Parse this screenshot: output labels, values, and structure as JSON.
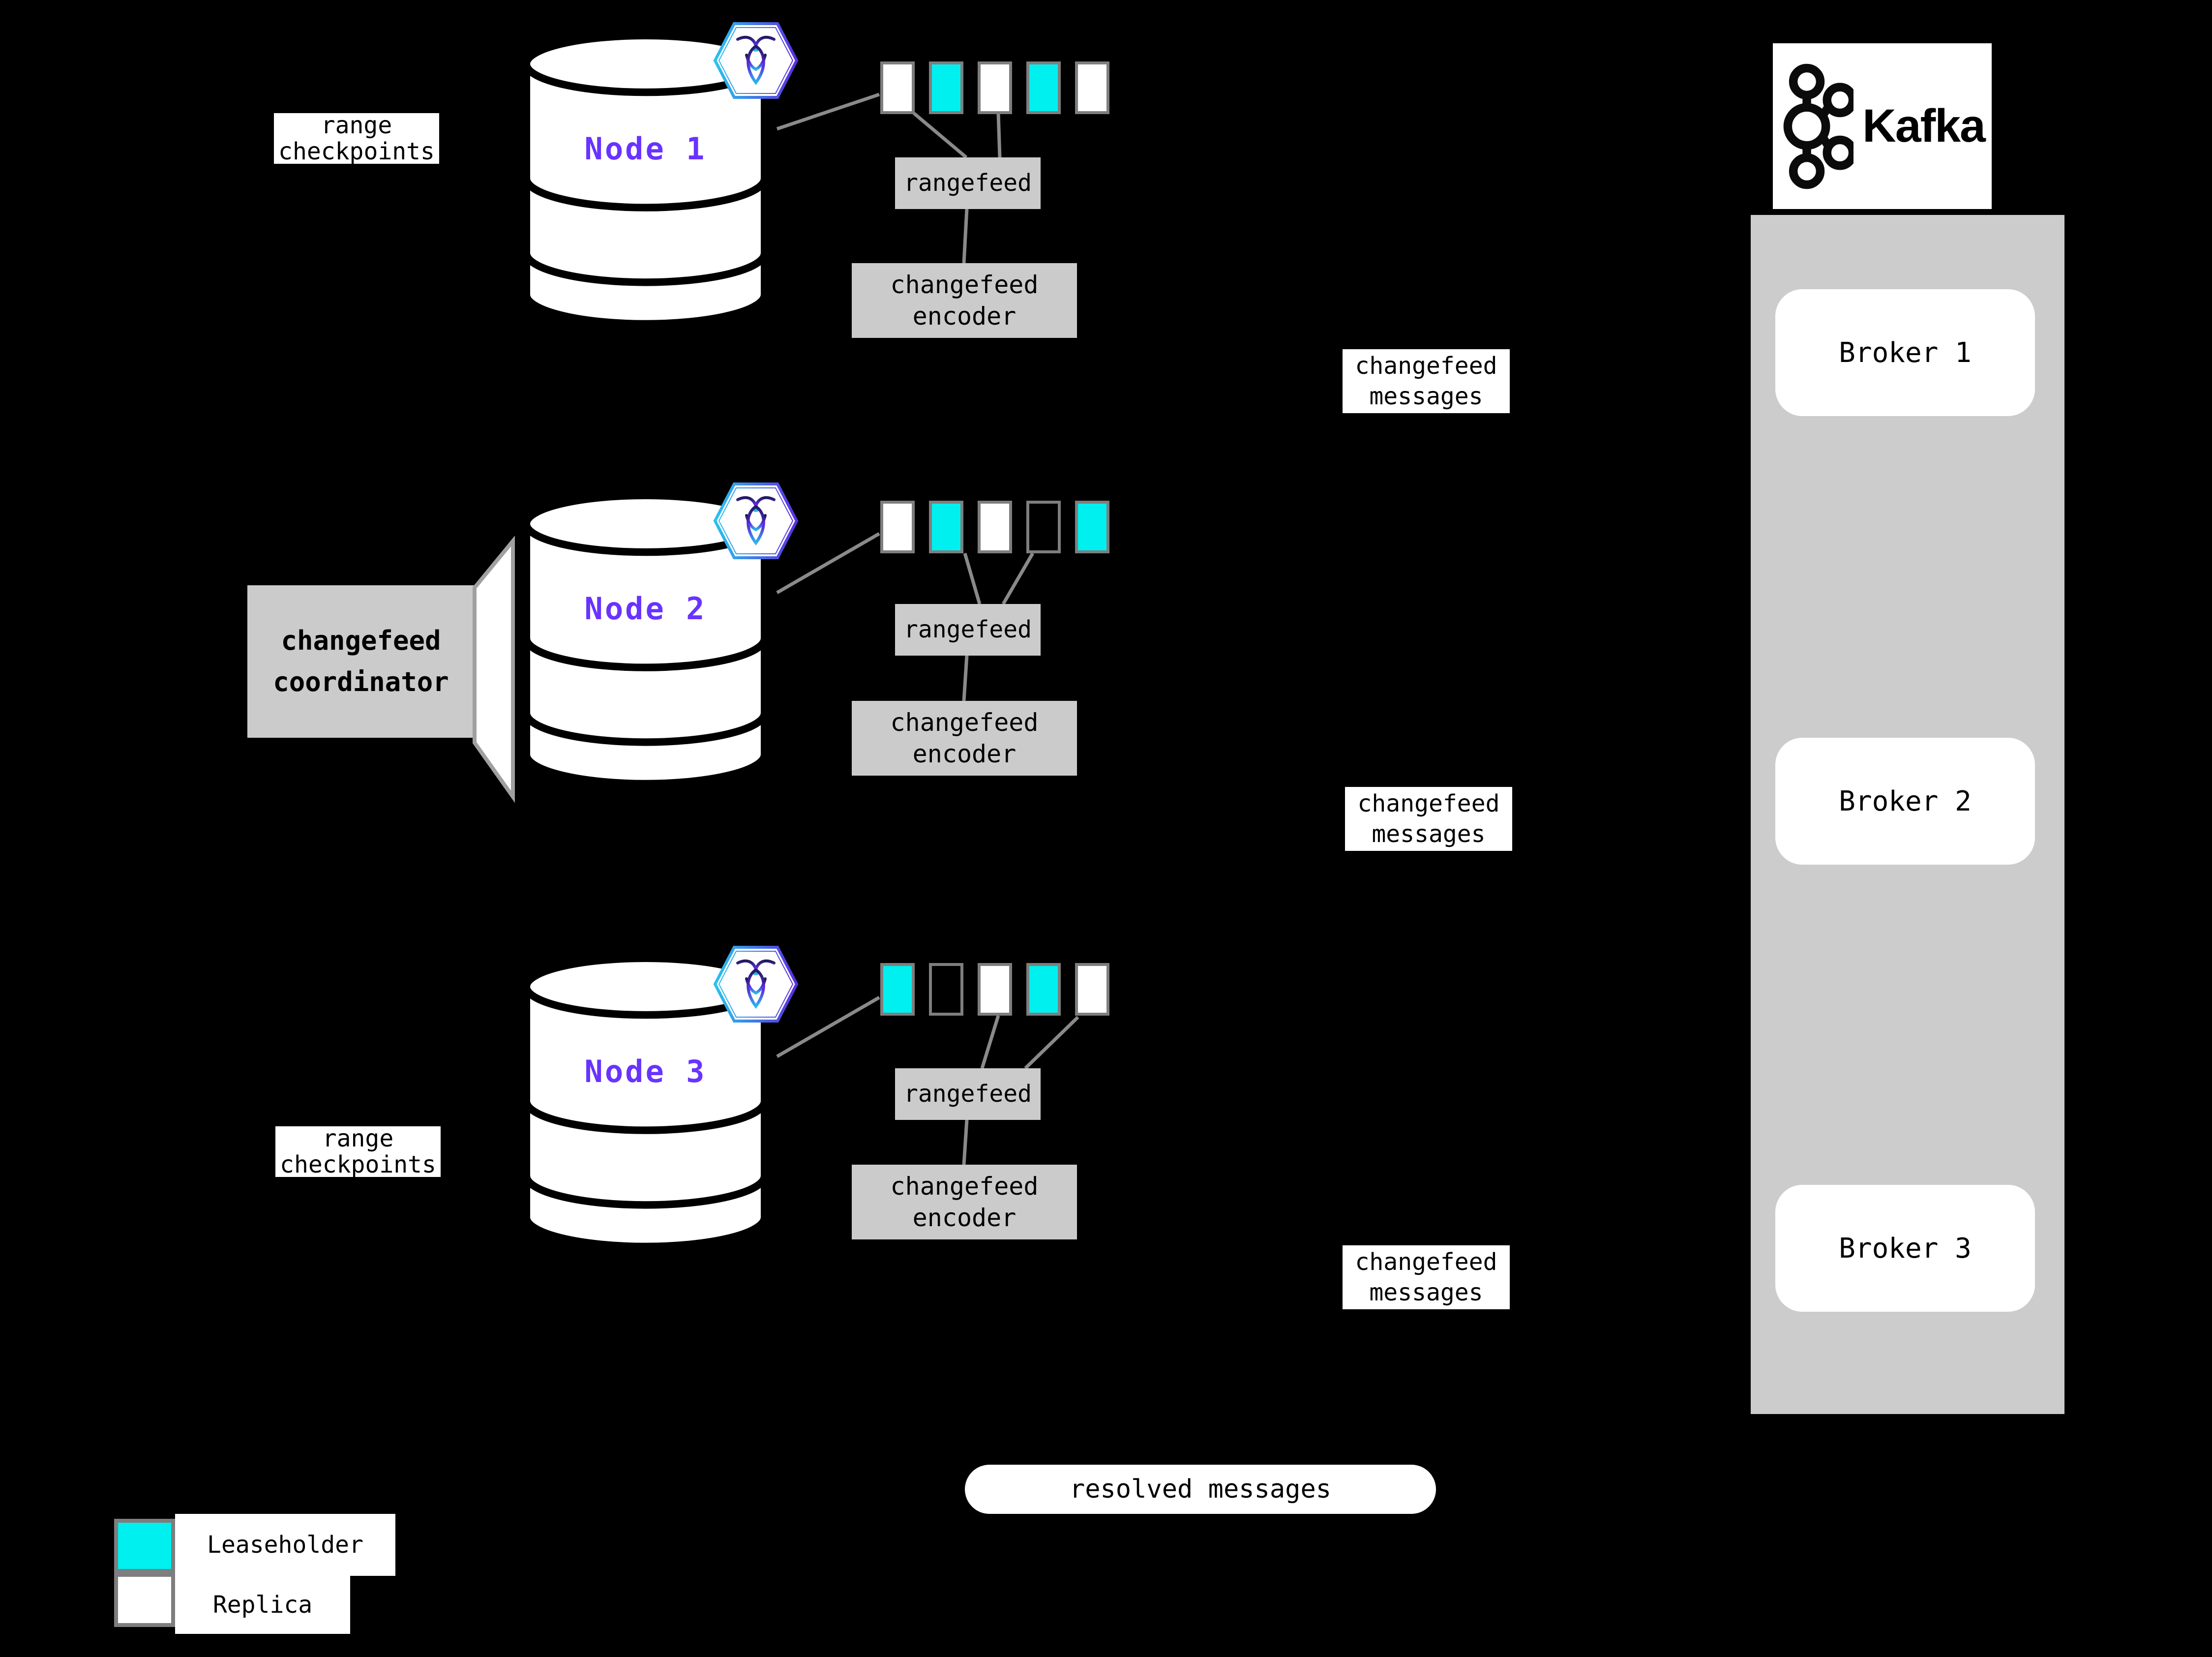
{
  "colors": {
    "background": "#000000",
    "leaseholder": "#00EFEF",
    "replica": "#FFFFFF",
    "box_gray": "#CBCBCB",
    "container_gray": "#CCCCCC",
    "line_gray": "#8A8A8A",
    "range_border": "#7E7E7E",
    "node_label": "#6933FF",
    "text": "#000000"
  },
  "nodes": [
    {
      "label": "Node 1",
      "checkpoint_label": "range\ncheckpoints",
      "rangefeed_label": "rangefeed",
      "encoder_label": "changefeed\nencoder",
      "messages_label": "changefeed\nmessages",
      "ranges": [
        "replica",
        "leaseholder",
        "replica",
        "leaseholder",
        "replica"
      ]
    },
    {
      "label": "Node 2",
      "coordinator_label": "changefeed\ncoordinator",
      "rangefeed_label": "rangefeed",
      "encoder_label": "changefeed\nencoder",
      "messages_label": "changefeed\nmessages",
      "ranges": [
        "replica",
        "leaseholder",
        "replica",
        "empty",
        "leaseholder"
      ]
    },
    {
      "label": "Node 3",
      "checkpoint_label": "range\ncheckpoints",
      "rangefeed_label": "rangefeed",
      "encoder_label": "changefeed\nencoder",
      "messages_label": "changefeed\nmessages",
      "ranges": [
        "leaseholder",
        "empty",
        "replica",
        "leaseholder",
        "replica"
      ]
    }
  ],
  "kafka": {
    "title": "Kafka",
    "brokers": [
      {
        "label": "Broker 1"
      },
      {
        "label": "Broker 2"
      },
      {
        "label": "Broker 3"
      }
    ]
  },
  "resolved_label": "resolved messages",
  "legend": [
    {
      "type": "leaseholder",
      "label": "Leaseholder"
    },
    {
      "type": "replica",
      "label": "Replica"
    }
  ]
}
